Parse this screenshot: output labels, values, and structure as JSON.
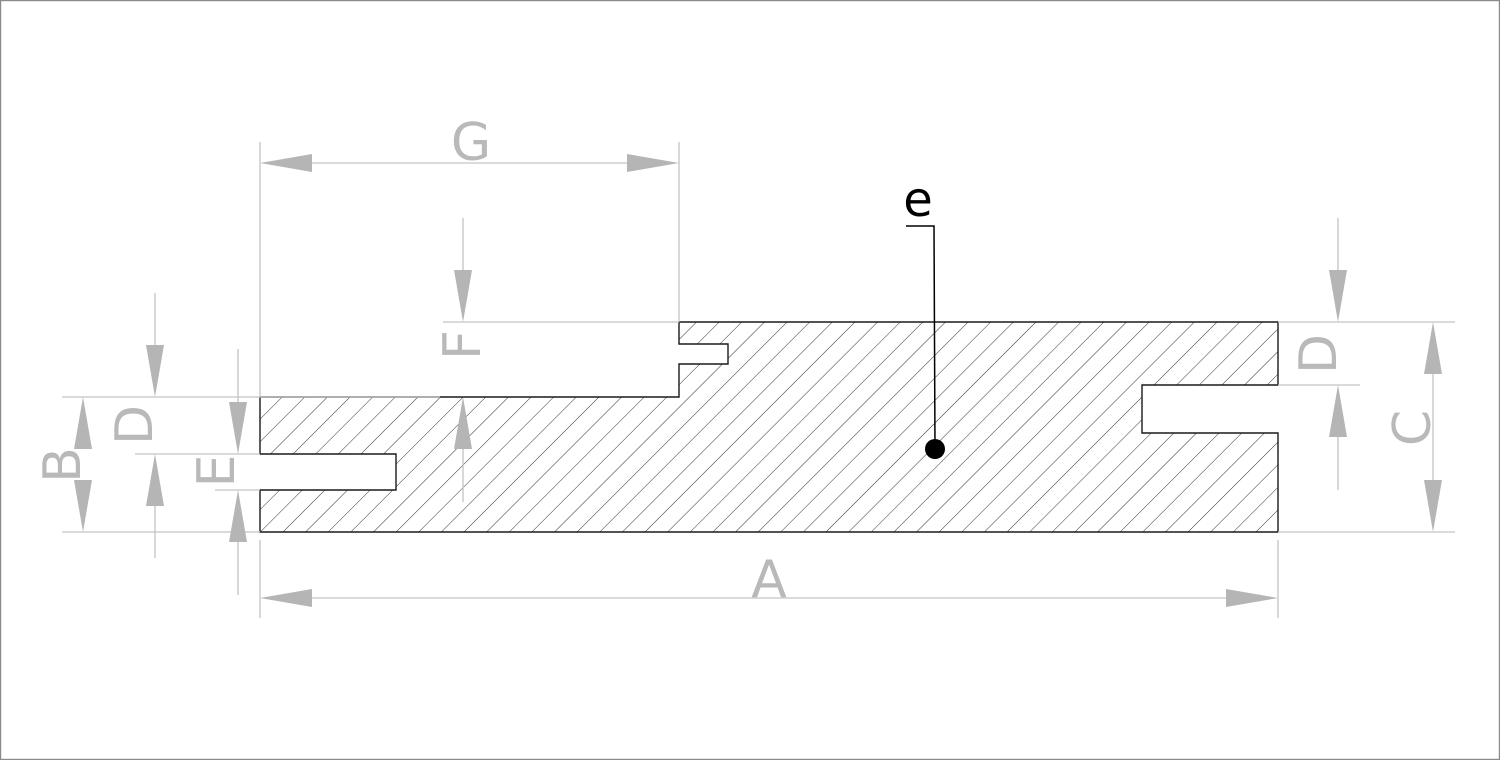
{
  "labels": {
    "A": "A",
    "B": "B",
    "C": "C",
    "D_left": "D",
    "D_right": "D",
    "E": "E",
    "F": "F",
    "G": "G",
    "callout": "e"
  },
  "colors": {
    "dimension": "#b5b5b5",
    "outline": "#1a1a1a",
    "background": "#ffffff"
  }
}
